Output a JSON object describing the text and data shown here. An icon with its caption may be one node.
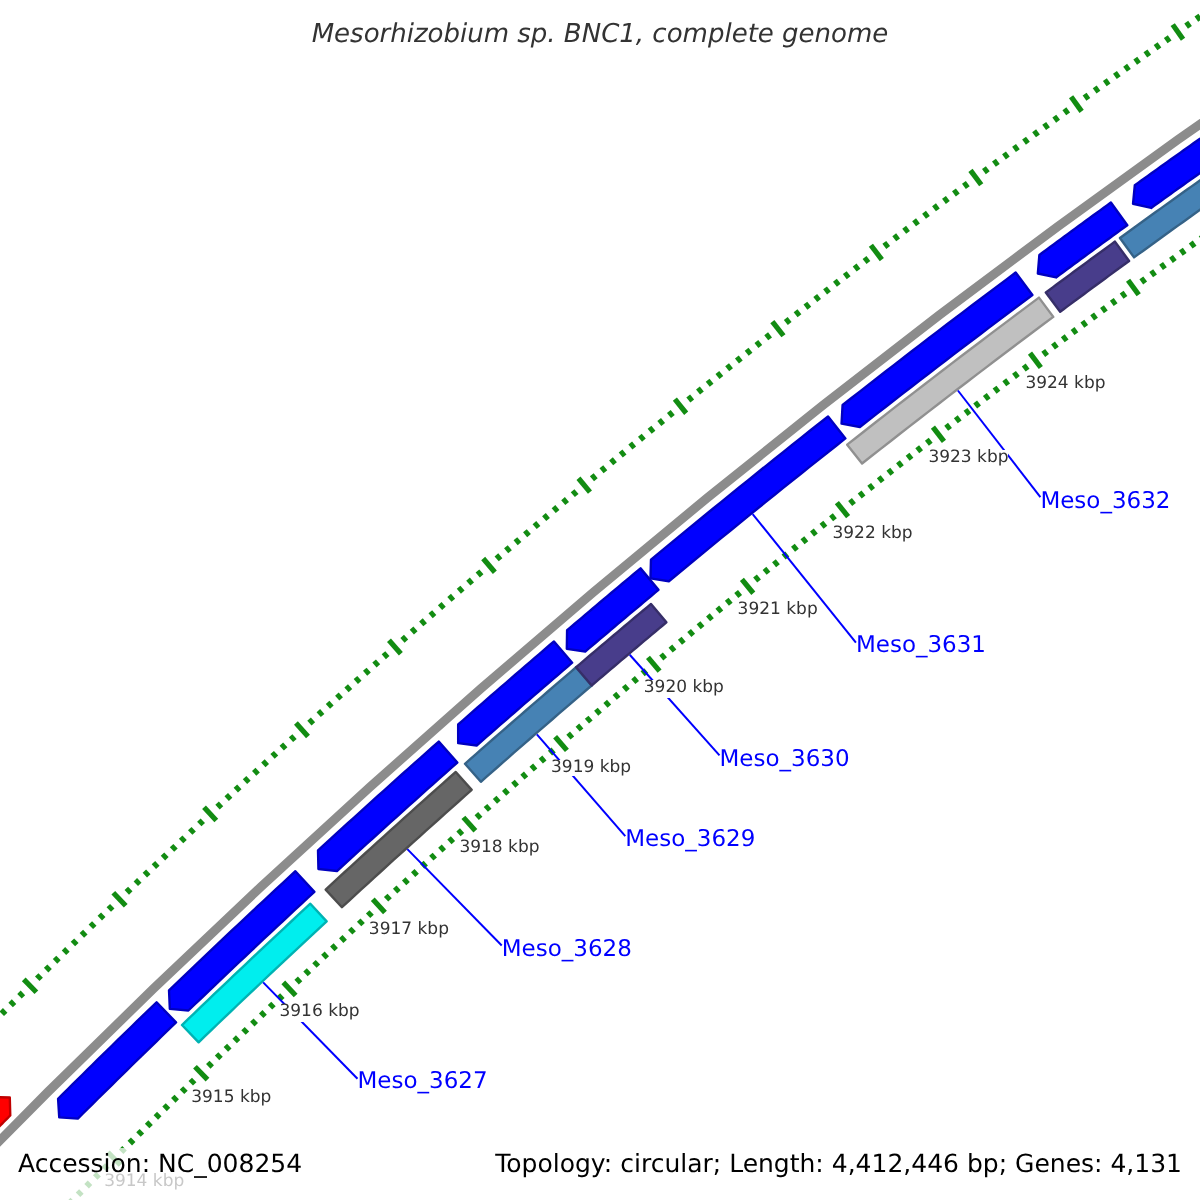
{
  "diagram": {
    "title": "Mesorhizobium sp. BNC1, complete genome",
    "nodes": [
      {
        "text": [
          "Meso_3632"
        ]
      },
      {
        "text": [
          "Meso_3631"
        ]
      },
      {
        "text": [
          "Meso_3630"
        ]
      },
      {
        "text": [
          "Meso_3629"
        ]
      },
      {
        "text": [
          "Meso_3628"
        ]
      },
      {
        "text": [
          "Meso_3627"
        ]
      },
      {
        "text": [],
        "shape": "arrow"
      },
      {
        "text": [],
        "shape": "arrow"
      },
      {
        "text": [],
        "shape": "bar"
      },
      {
        "text": [],
        "shape": "arrow"
      },
      {
        "text": [],
        "shape": "bar"
      },
      {
        "text": [],
        "shape": "arrow"
      },
      {
        "text": [],
        "shape": "bar"
      },
      {
        "text": [],
        "shape": "arrow"
      },
      {
        "text": [],
        "shape": "bar"
      },
      {
        "text": [],
        "shape": "arrow"
      },
      {
        "text": [],
        "shape": "arrow"
      },
      {
        "text": [],
        "shape": "bar"
      },
      {
        "text": [],
        "shape": "arrow"
      },
      {
        "text": [],
        "shape": "bar"
      },
      {
        "text": [],
        "shape": "arrow"
      },
      {
        "text": [],
        "shape": "bar"
      },
      {
        "text": [],
        "shape": "arrow"
      }
    ],
    "edges": [
      {
        "from": 0,
        "to": 17,
        "arrow": "none"
      },
      {
        "from": 1,
        "to": 16,
        "arrow": "none"
      },
      {
        "from": 2,
        "to": 14,
        "arrow": "none"
      },
      {
        "from": 3,
        "to": 12,
        "arrow": "none"
      },
      {
        "from": 4,
        "to": 10,
        "arrow": "none"
      },
      {
        "from": 5,
        "to": 8,
        "arrow": "none"
      }
    ],
    "labels": [
      "3924 kbp",
      "3923 kbp",
      "3922 kbp",
      "3921 kbp",
      "3920 kbp",
      "3919 kbp",
      "3918 kbp",
      "3917 kbp",
      "3916 kbp",
      "3915 kbp",
      "Accession: NC_008254",
      "Topology: circular; Length: 4,412,446 bp; Genes: 4,131",
      "3914 kbp"
    ]
  }
}
